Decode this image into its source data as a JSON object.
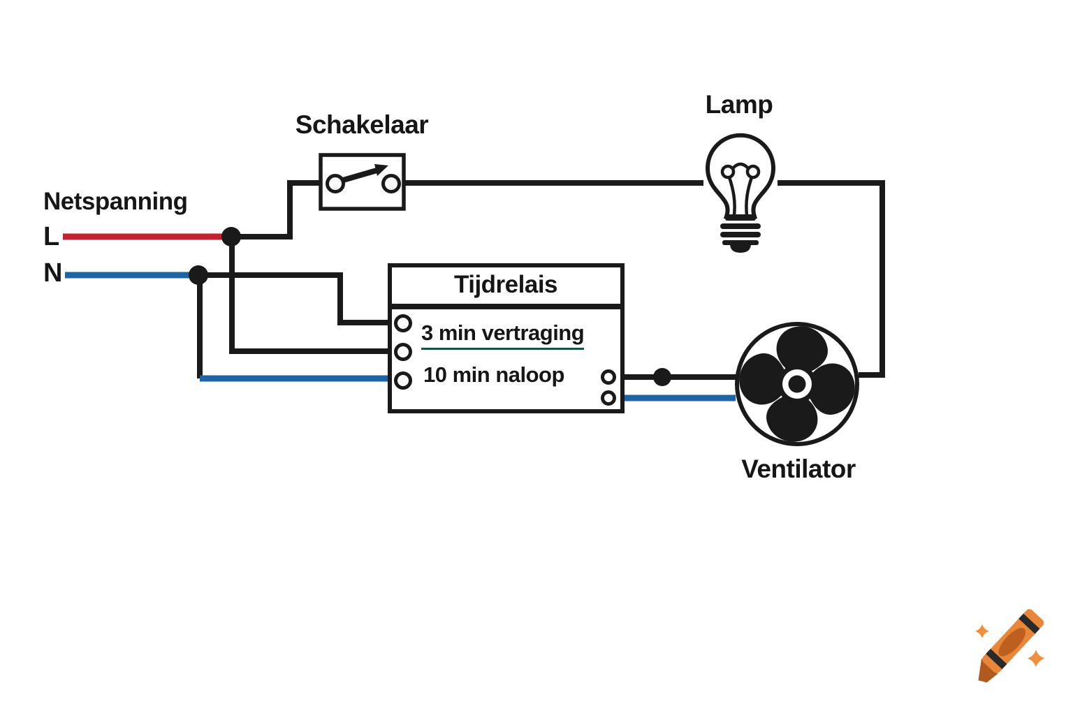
{
  "diagram": {
    "mains": {
      "label": "Netspanning",
      "line_label": "L",
      "neutral_label": "N"
    },
    "switch": {
      "label": "Schakelaar"
    },
    "lamp": {
      "label": "Lamp"
    },
    "relay": {
      "title": "Tijdrelais",
      "delay_line": "3 min vertraging",
      "runon_line": "10 min naloop"
    },
    "fan": {
      "label": "Ventilator"
    },
    "colors": {
      "background": "#ffffff",
      "wire_black": "#1a1a1a",
      "wire_live": "#c2232e",
      "wire_neutral": "#1e64a5",
      "underline": "#1d4e4e",
      "crayon_body": "#e8873a",
      "crayon_tip": "#b05a1e",
      "crayon_detail": "#bc5f1f",
      "crayon_stripe": "#2a2a2a",
      "crayon_sparkle": "#ef9040"
    }
  }
}
